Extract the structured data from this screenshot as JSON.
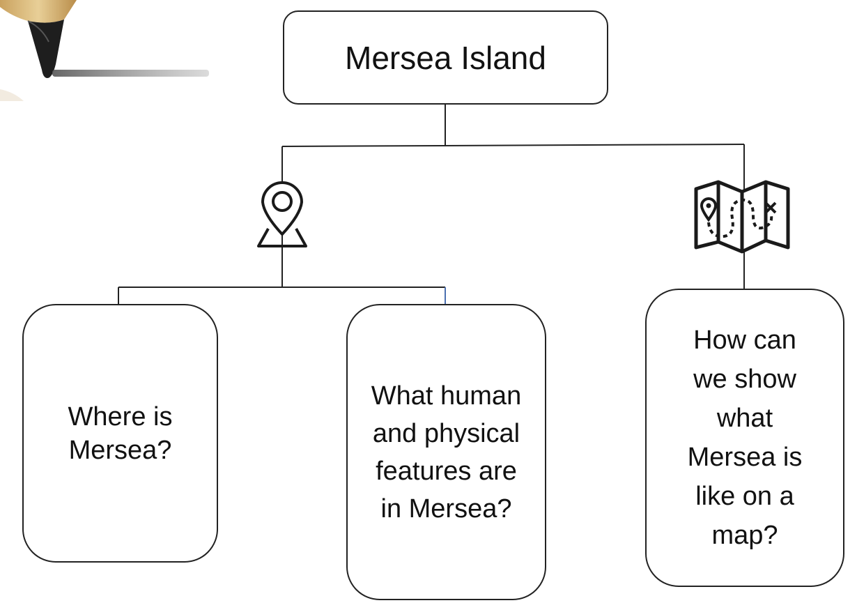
{
  "diagram": {
    "title": "Mersea Island",
    "boxes": {
      "left": "Where is Mersea?",
      "middle": "What human and physical features are in Mersea?",
      "right": "How can we show what Mersea is like on a map?"
    },
    "icons": {
      "corner": "pencil-icon",
      "left": "location-pin-map-icon",
      "right": "treasure-map-icon"
    },
    "colors": {
      "line": "#222222",
      "box_border": "#222222",
      "text": "#111111"
    }
  }
}
